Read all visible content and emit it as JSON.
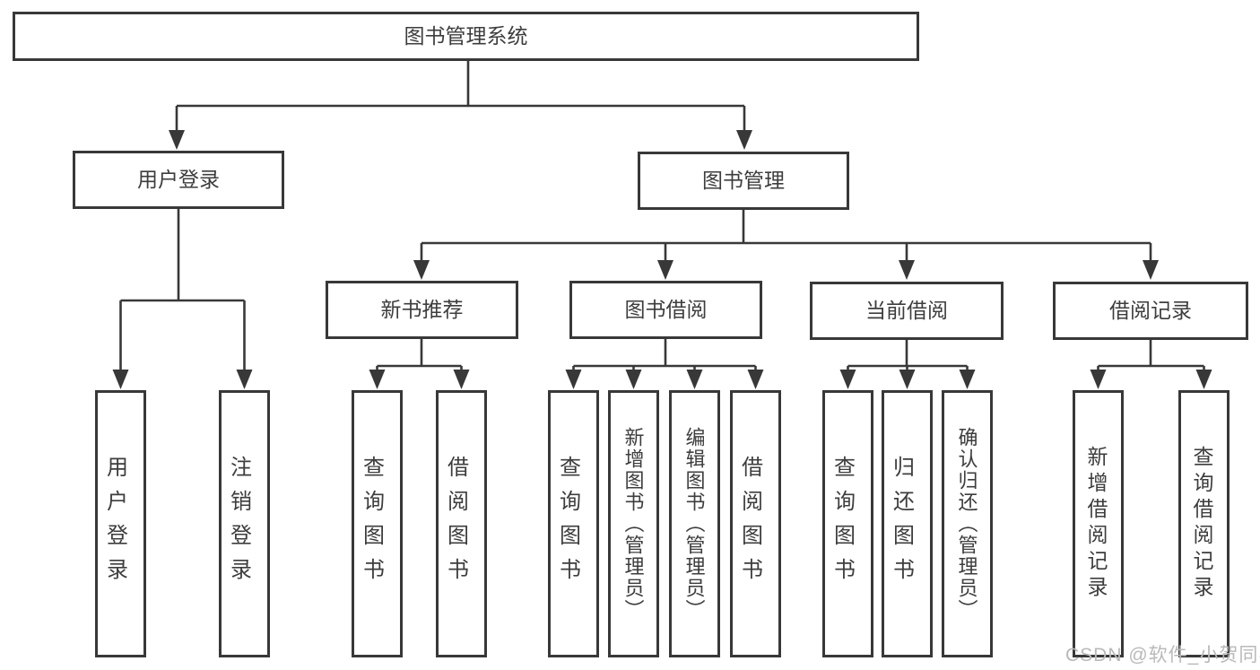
{
  "tree": {
    "root": {
      "label": "图书管理系统",
      "children": [
        {
          "label": "用户登录",
          "children": [
            {
              "label": "用户登录"
            },
            {
              "label": "注销登录"
            }
          ]
        },
        {
          "label": "图书管理",
          "children": [
            {
              "label": "新书推荐",
              "children": [
                {
                  "label": "查询图书"
                },
                {
                  "label": "借阅图书"
                }
              ]
            },
            {
              "label": "图书借阅",
              "children": [
                {
                  "label": "查询图书"
                },
                {
                  "label": "新增图书（管理员）"
                },
                {
                  "label": "编辑图书（管理员）"
                },
                {
                  "label": "借阅图书"
                }
              ]
            },
            {
              "label": "当前借阅",
              "children": [
                {
                  "label": "查询图书"
                },
                {
                  "label": "归还图书"
                },
                {
                  "label": "确认归还（管理员）"
                }
              ]
            },
            {
              "label": "借阅记录",
              "children": [
                {
                  "label": "新增借阅记录"
                },
                {
                  "label": "查询借阅记录"
                }
              ]
            }
          ]
        }
      ]
    }
  },
  "watermark": {
    "text": "CSDN @软件_小贺同学"
  },
  "colors": {
    "line": "#383838",
    "text": "#3d3d3d",
    "watermark": "#b9b9b9",
    "background": "#ffffff"
  }
}
